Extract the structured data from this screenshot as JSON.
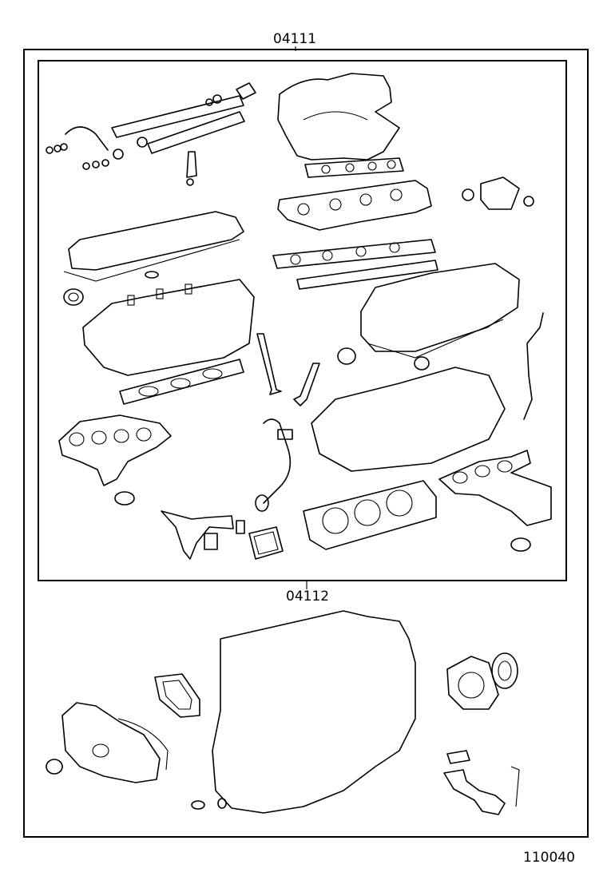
{
  "diagram": {
    "outer_kit_label": "04111",
    "inner_kit_label": "04112",
    "figure_number": "110040"
  }
}
